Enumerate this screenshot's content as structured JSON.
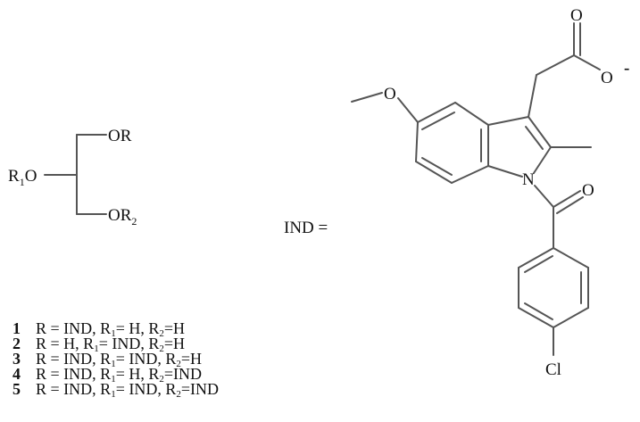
{
  "glycerol": {
    "top_substituent": "OR",
    "middle_substituent_R": "R",
    "middle_substituent_sub": "1",
    "middle_substituent_O": "O",
    "bottom_substituent_O": "OR",
    "bottom_substituent_sub": "2"
  },
  "ind_definition": {
    "label": "IND =",
    "atoms": {
      "carbonyl_O": "O",
      "carboxylate_O": "O",
      "charge": "-",
      "methoxy_O": "O",
      "indole_N": "N",
      "amide_O": "O",
      "chlorine": "Cl"
    }
  },
  "compounds": [
    {
      "number": "1",
      "R": "IND",
      "R1": "H",
      "R2": "H"
    },
    {
      "number": "2",
      "R": "H",
      "R1": "IND",
      "R2": "H"
    },
    {
      "number": "3",
      "R": "IND",
      "R1": "IND",
      "R2": "H"
    },
    {
      "number": "4",
      "R": "IND",
      "R1": "H",
      "R2": "IND"
    },
    {
      "number": "5",
      "R": "IND",
      "R1": "IND",
      "R2": "IND"
    }
  ],
  "compound_text": {
    "R_prefix": "R = ",
    "R1_label": "R",
    "R1_sub": "1",
    "R2_label": "R",
    "R2_sub": "2",
    "eq_spaced": "= ",
    "eq": "=",
    "sep": ", "
  }
}
